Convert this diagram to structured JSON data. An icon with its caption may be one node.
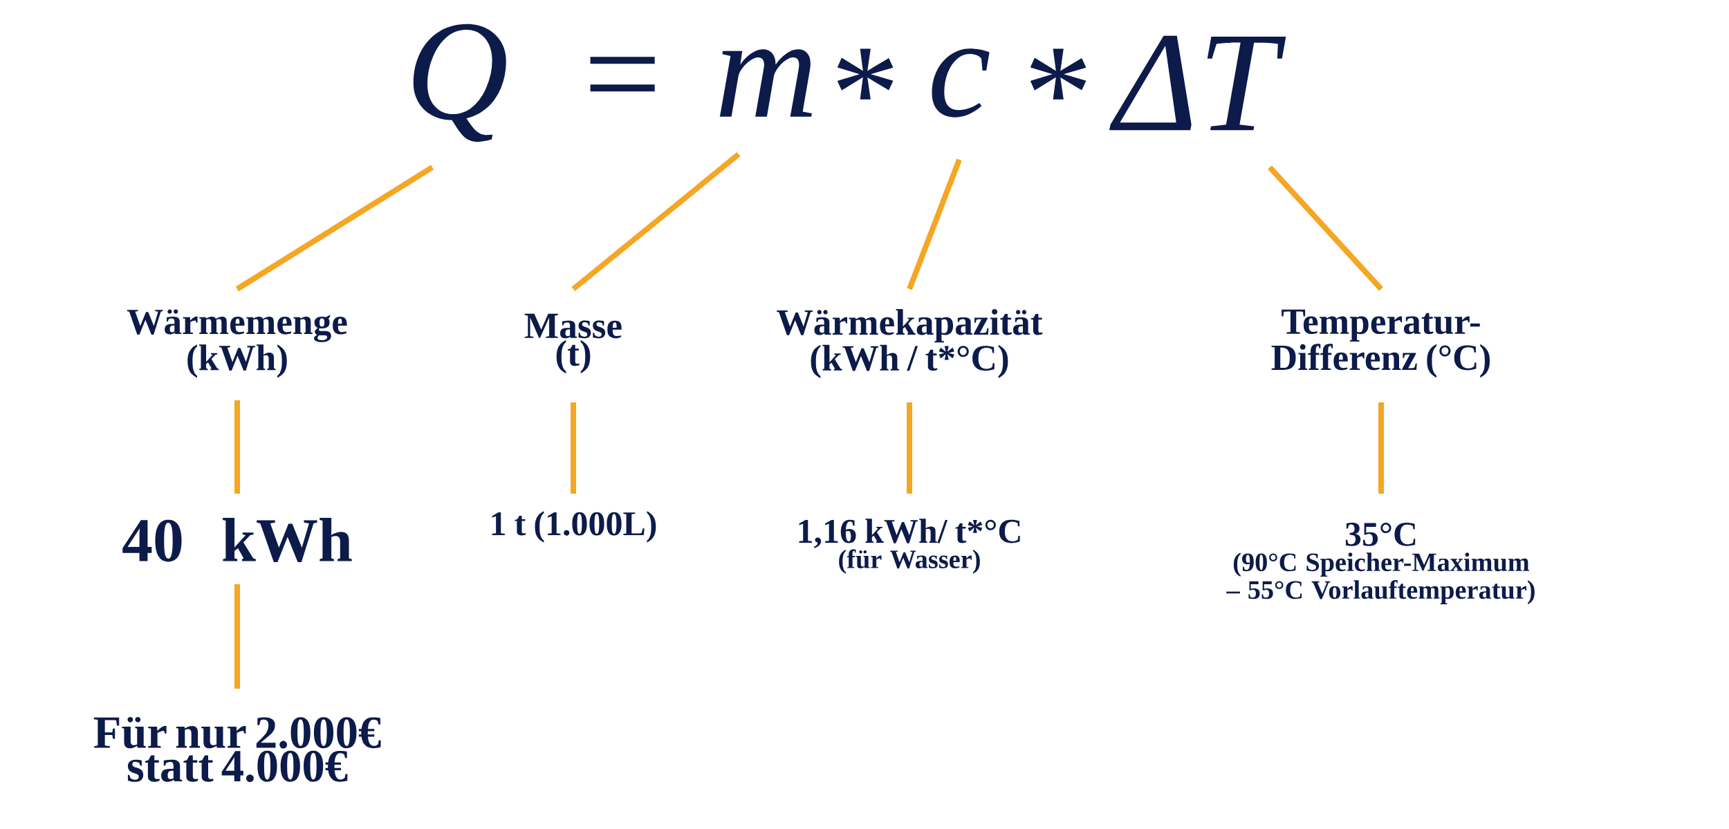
{
  "diagram": {
    "nodes": [
      {
        "text": [
          "Q"
        ]
      },
      {
        "text": [
          "m"
        ]
      },
      {
        "text": [
          "c"
        ]
      },
      {
        "text": [
          "ΔT"
        ]
      },
      {
        "text": [
          "Wärmemenge (kWh)"
        ]
      },
      {
        "text": [
          "Masse (t)"
        ]
      },
      {
        "text": [
          "Wärmekapazität (kWh / t*°C)"
        ]
      },
      {
        "text": [
          "Temperatur-Differenz (°C)"
        ]
      },
      {
        "text": [
          "40 kWh"
        ]
      },
      {
        "text": [
          "1 t (1.000L)"
        ]
      },
      {
        "text": [
          "1,16 kWh/ t*°C",
          "(für Wasser)"
        ]
      },
      {
        "text": [
          "35°C",
          "(90°C Speicher-Maximum – 55°C Vorlauftemperatur)"
        ]
      },
      {
        "text": [
          "Für nur 2.000€ statt 4.000€"
        ]
      }
    ],
    "edges": [
      {
        "from": 0,
        "to": 4,
        "arrow": "none"
      },
      {
        "from": 1,
        "to": 5,
        "arrow": "none"
      },
      {
        "from": 2,
        "to": 6,
        "arrow": "none"
      },
      {
        "from": 3,
        "to": 7,
        "arrow": "none"
      },
      {
        "from": 4,
        "to": 8,
        "arrow": "none"
      },
      {
        "from": 5,
        "to": 9,
        "arrow": "none"
      },
      {
        "from": 6,
        "to": 10,
        "arrow": "none"
      },
      {
        "from": 7,
        "to": 11,
        "arrow": "none"
      },
      {
        "from": 8,
        "to": 12,
        "arrow": "none"
      }
    ],
    "labels": [
      "=",
      "*",
      "*"
    ]
  }
}
